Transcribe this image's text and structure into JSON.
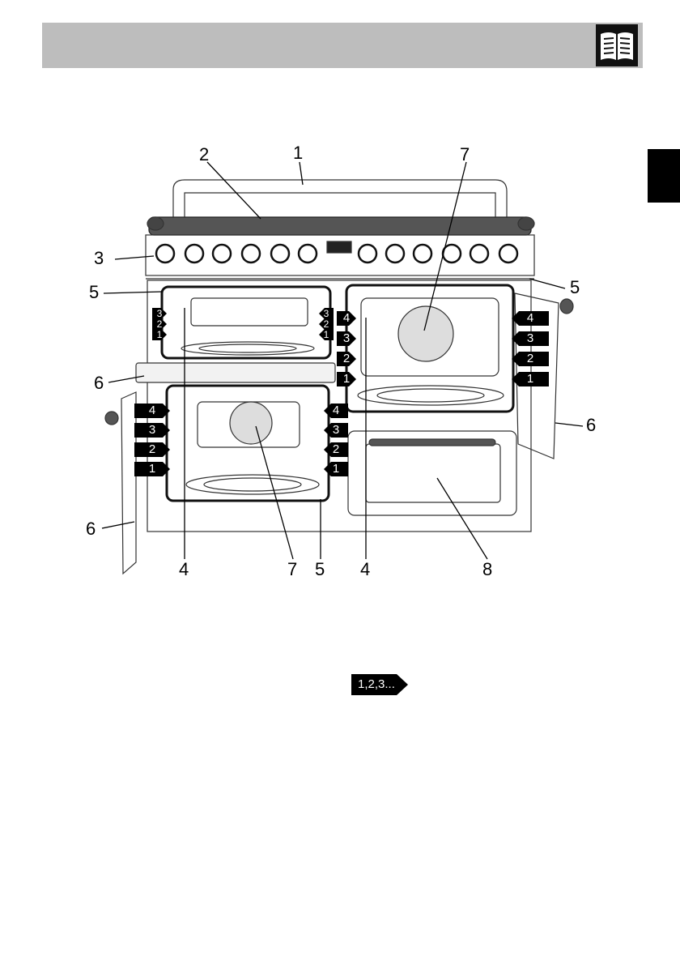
{
  "header": {
    "icon": "manual-book-icon",
    "bar_color": "#bdbdbd"
  },
  "callouts": {
    "c1": "1",
    "c2": "2",
    "c3": "3",
    "c4a": "4",
    "c4b": "4",
    "c5a": "5",
    "c5b": "5",
    "c5c": "5",
    "c6a": "6",
    "c6b": "6",
    "c6c": "6",
    "c7a": "7",
    "c7b": "7",
    "c8": "8"
  },
  "shelf_levels": {
    "upper_left": [
      "3",
      "2",
      "1"
    ],
    "upper_left_right": [
      "3",
      "2",
      "1"
    ],
    "lower_left": [
      "4",
      "3",
      "2",
      "1"
    ],
    "lower_left_right": [
      "4",
      "3",
      "2",
      "1"
    ],
    "right_oven_left": [
      "4",
      "3",
      "2",
      "1"
    ],
    "right_door": [
      "4",
      "3",
      "2",
      "1"
    ]
  },
  "reference_badge": {
    "label": "1,2,3..."
  }
}
